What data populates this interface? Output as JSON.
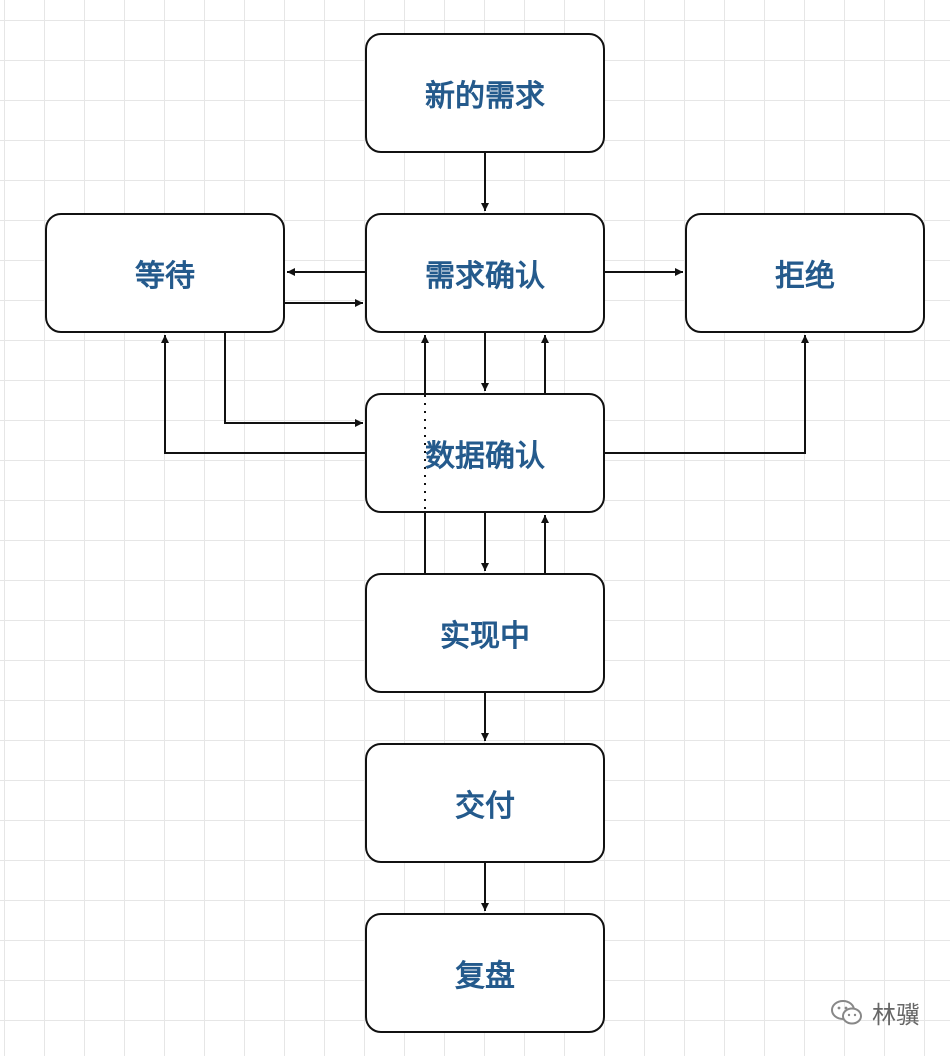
{
  "nodes": {
    "new_requirement": "新的需求",
    "waiting": "等待",
    "requirement_confirm": "需求确认",
    "reject": "拒绝",
    "data_confirm": "数据确认",
    "implementing": "实现中",
    "delivery": "交付",
    "review": "复盘"
  },
  "watermark": {
    "text": "林骥",
    "icon": "wechat-icon"
  },
  "colors": {
    "label": "#245a8c",
    "line": "#111111",
    "grid": "#e6e6e6"
  }
}
